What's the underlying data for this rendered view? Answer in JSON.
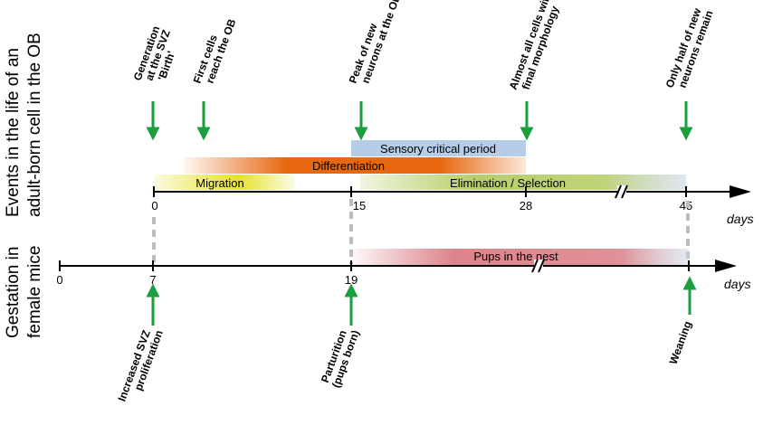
{
  "side_labels": {
    "top_line1": "Events in the life of an",
    "top_line2": "adult-born cell in the OB",
    "bottom_line1": "Gestation in",
    "bottom_line2": "female mice"
  },
  "top_events": [
    {
      "line1": "Generation",
      "line2": "at the SVZ",
      "line3": "'Birth'"
    },
    {
      "line1": "First cells",
      "line2": "reach the OB",
      "line3": ""
    },
    {
      "line1": "Peak of new",
      "line2": "neurons at the OB",
      "line3": ""
    },
    {
      "line1": "Almost all cells with",
      "line2": "final morphology",
      "line3": ""
    },
    {
      "line1": "Only half of new",
      "line2": "neurons remain",
      "line3": ""
    }
  ],
  "bars": {
    "sensory": "Sensory critical period",
    "differentiation": "Differentiation",
    "migration": "Migration",
    "elimination": "Elimination / Selection",
    "pups": "Pups in the nest"
  },
  "top_axis": {
    "ticks": [
      "0",
      "15",
      "28",
      "45"
    ],
    "unit": "days"
  },
  "bottom_axis": {
    "ticks": [
      "0",
      "7",
      "19"
    ],
    "unit": "days"
  },
  "bottom_events": [
    {
      "line1": "Increased SVZ",
      "line2": "proliferation"
    },
    {
      "line1": "Parturition",
      "line2": "(pups born)"
    },
    {
      "line1": "Weaning",
      "line2": ""
    }
  ],
  "colors": {
    "arrow_green": "#1a9e3f",
    "sensory": "#a9c4e4",
    "differentiation": "#e8680f",
    "migration": "#e6e22a",
    "elimination": "#b7cf6a",
    "pups": "#d9767e",
    "dashed": "#bdbdbd"
  }
}
